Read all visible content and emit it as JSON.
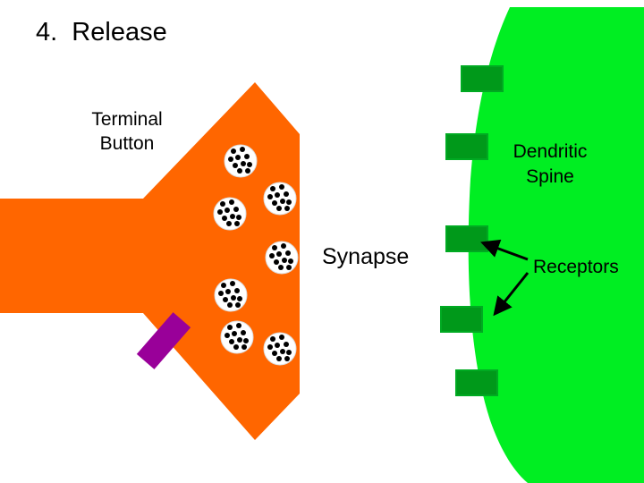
{
  "title": "4.  Release",
  "labels": {
    "terminal_button": "Terminal\nButton",
    "dendritic_spine": "Dendritic\nSpine",
    "synapse": "Synapse",
    "receptors": "Receptors"
  },
  "colors": {
    "terminal": "#ff6600",
    "spine": "#00ee22",
    "receptor": "#00991a",
    "receptor_border": "#00aa22",
    "channel": "#990099",
    "vesicle_fill": "#ffffff",
    "vesicle_dot": "#000000",
    "arrow": "#000000"
  }
}
